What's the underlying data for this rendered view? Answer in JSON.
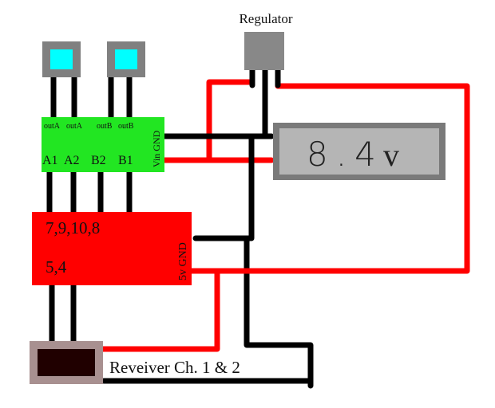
{
  "title": "Regulator",
  "colors": {
    "wire_power": "#ff0000",
    "wire_ground": "#000000",
    "encoder_board": "#22e622",
    "motor_driver": "#ff0000",
    "sensor_housing": "#808080",
    "sensor_window": "#00ffff",
    "regulator_body": "#888888",
    "voltmeter_frame": "#7a7a7a",
    "voltmeter_screen": "#b5b5b5",
    "receiver_housing": "#a89090",
    "receiver_body": "#200000"
  },
  "regulator": {
    "label": "Regulator"
  },
  "voltmeter": {
    "reading": "8.4",
    "unit": "v"
  },
  "encoder_board": {
    "top_pins": [
      "outA",
      "outA",
      "outB",
      "outB"
    ],
    "bottom_pins": [
      "A1",
      "A2",
      "B2",
      "B1"
    ],
    "side_label": "Vin GND"
  },
  "motor_driver": {
    "pins_top": "7,9,10,8",
    "pins_bottom": "5,4",
    "side_label": "5v GND"
  },
  "receiver": {
    "label": "Reveiver Ch. 1 & 2"
  }
}
